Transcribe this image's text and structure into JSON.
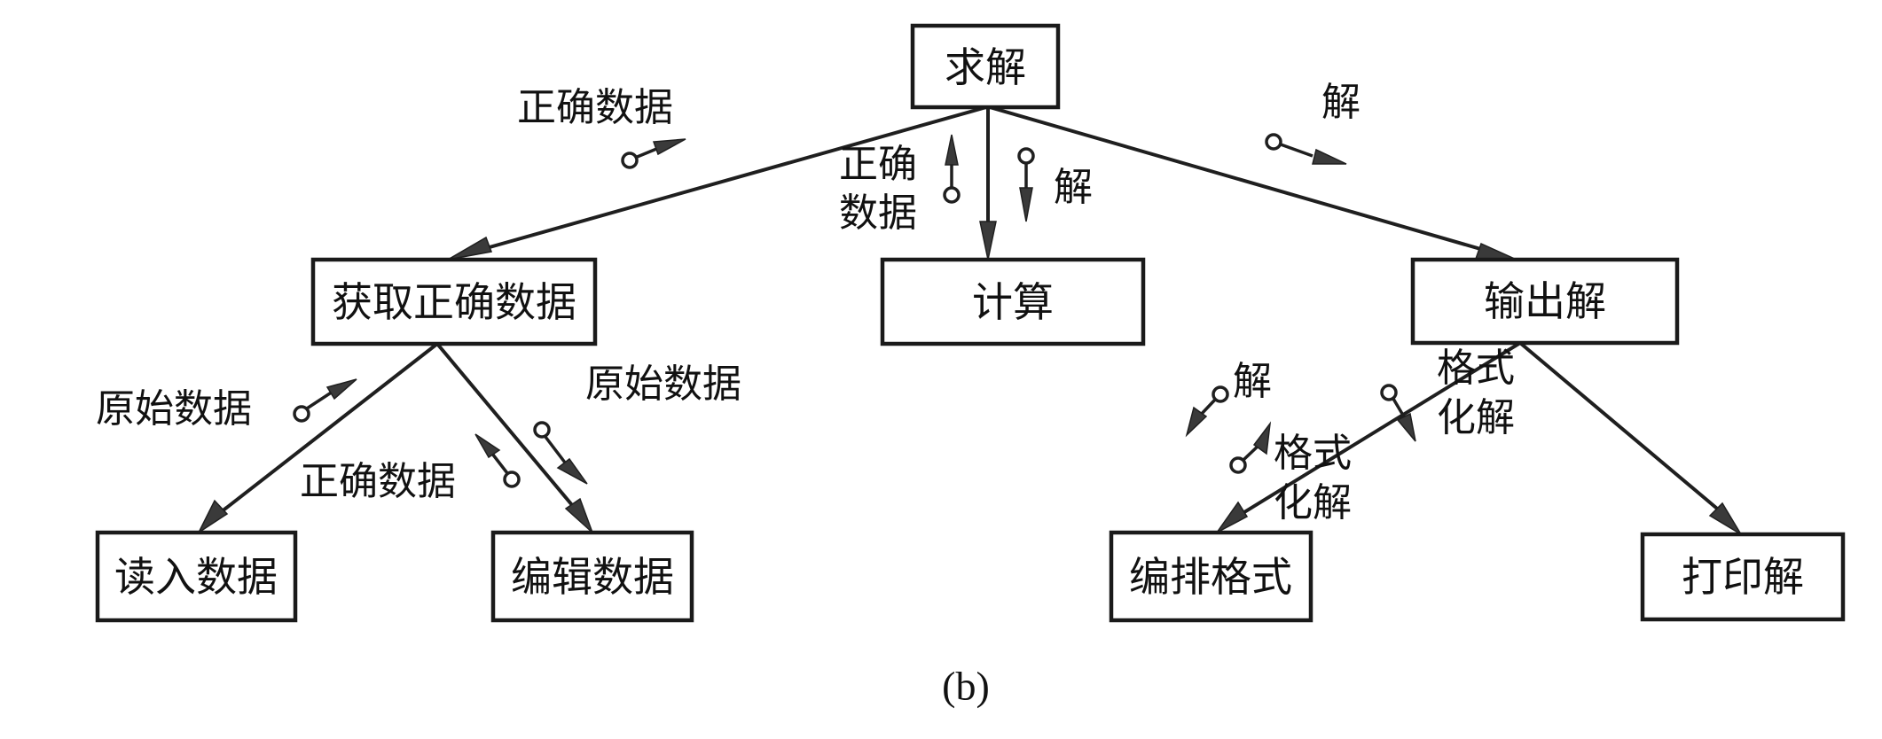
{
  "figure": {
    "caption": "(b)",
    "nodes": {
      "root": "求解",
      "get_data": "获取正确数据",
      "compute": "计算",
      "output": "输出解",
      "read": "读入数据",
      "edit": "编辑数据",
      "format": "编排格式",
      "print": "打印解"
    },
    "edges": [
      {
        "from": "root",
        "to": "get_data"
      },
      {
        "from": "root",
        "to": "compute"
      },
      {
        "from": "root",
        "to": "output"
      },
      {
        "from": "get_data",
        "to": "read"
      },
      {
        "from": "get_data",
        "to": "edit"
      },
      {
        "from": "output",
        "to": "format"
      },
      {
        "from": "output",
        "to": "print"
      }
    ],
    "couples": {
      "root_get_data_up": {
        "label": "正确数据",
        "direction": "up",
        "edge": "root-get_data"
      },
      "root_compute_up": {
        "label_line1": "正确",
        "label_line2": "数据",
        "direction": "up",
        "edge": "root-compute"
      },
      "root_compute_down": {
        "label": "解",
        "direction": "down",
        "edge": "root-compute"
      },
      "root_output_down": {
        "label": "解",
        "direction": "down",
        "edge": "root-output"
      },
      "get_read_up": {
        "label": "原始数据",
        "direction": "up",
        "edge": "get_data-read"
      },
      "get_edit_up": {
        "label": "正确数据",
        "direction": "up",
        "edge": "get_data-edit"
      },
      "get_edit_down": {
        "label": "原始数据",
        "direction": "down",
        "edge": "get_data-edit"
      },
      "output_format_down": {
        "label": "解",
        "direction": "down",
        "edge": "output-format"
      },
      "output_format_up": {
        "label_line1": "格式",
        "label_line2": "化解",
        "direction": "up",
        "edge": "output-format"
      },
      "output_print_down": {
        "label_line1": "格式",
        "label_line2": "化解",
        "direction": "down",
        "edge": "output-print"
      }
    }
  }
}
